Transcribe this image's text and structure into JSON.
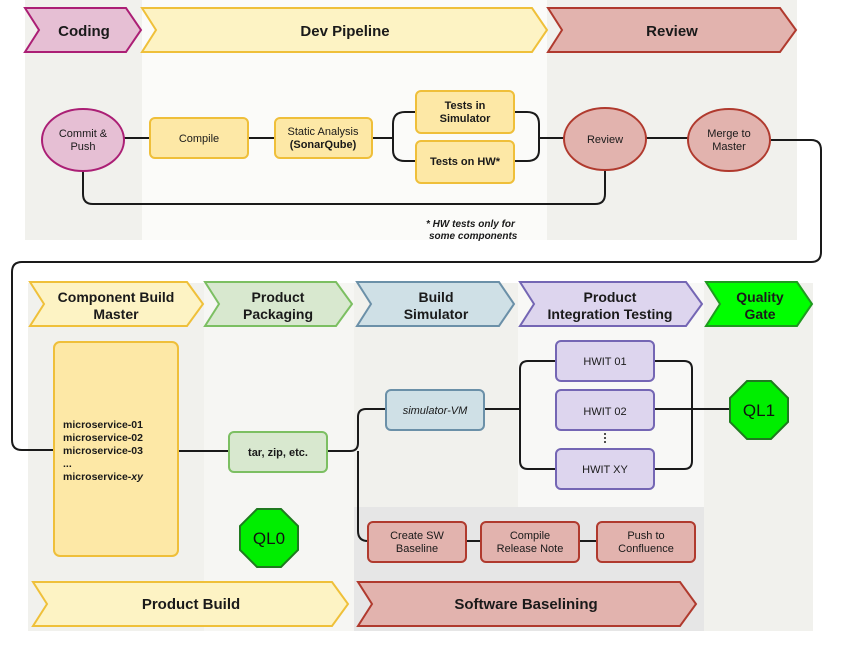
{
  "headers": {
    "coding": "Coding",
    "dev_pipeline": "Dev Pipeline",
    "review": "Review",
    "component_build_master_1": "Component Build",
    "component_build_master_2": "Master",
    "product_packaging_1": "Product",
    "product_packaging_2": "Packaging",
    "build_simulator_1": "Build",
    "build_simulator_2": "Simulator",
    "product_integration_1": "Product",
    "product_integration_2": "Integration Testing",
    "quality_gate_1": "Quality",
    "quality_gate_2": "Gate",
    "product_build": "Product Build",
    "software_baselining": "Software Baselining"
  },
  "nodes": {
    "commit_push_1": "Commit &",
    "commit_push_2": "Push",
    "compile": "Compile",
    "static_analysis_1": "Static Analysis",
    "static_analysis_2": "(SonarQube)",
    "tests_sim_1": "Tests in",
    "tests_sim_2": "Simulator",
    "tests_hw": "Tests on HW*",
    "review": "Review",
    "merge_1": "Merge to",
    "merge_2": "Master",
    "microservices": [
      "microservice-01",
      "microservice-02",
      "microservice-03",
      "...",
      "microservice-"
    ],
    "microservice_suffix": "xy",
    "archive": "tar, zip, etc.",
    "simulator_vm": "simulator-VM",
    "hwit_01": "HWIT 01",
    "hwit_02": "HWIT 02",
    "hwit_xy": "HWIT XY",
    "create_baseline_1": "Create SW",
    "create_baseline_2": "Baseline",
    "compile_notes_1": "Compile",
    "compile_notes_2": "Release Note",
    "push_confluence_1": "Push to",
    "push_confluence_2": "Confluence",
    "ql0": "QL0",
    "ql1": "QL1"
  },
  "notes": {
    "hw_line1": "* HW tests only for",
    "hw_line2": "some components"
  },
  "colors": {
    "coding_fill": "#e6bfd4",
    "pipeline_fill": "#fdf3c4",
    "review_fill": "#e2b3ae",
    "component_fill": "#fdf3c4",
    "packaging_fill": "#d8e8cf",
    "simulator_fill": "#cfe0e6",
    "integration_fill": "#ddd5ee",
    "quality_fill": "#00ff00",
    "yellow_node": "#fde8a6",
    "yellow_stroke": "#efbf3a",
    "octagon": "#00ee00"
  }
}
